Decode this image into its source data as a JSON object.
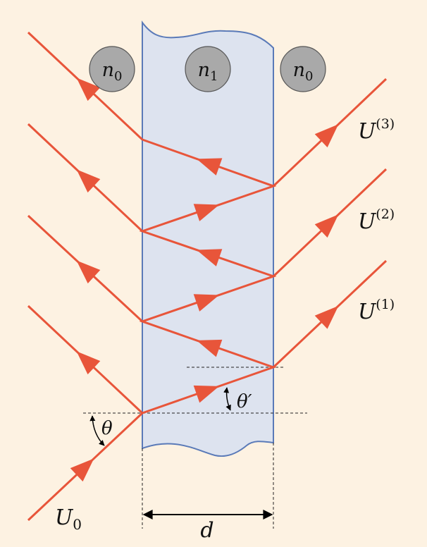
{
  "colors": {
    "background": "#fdf2e2",
    "slab_fill": "#dde3ef",
    "slab_stroke": "#5a7ab8",
    "ray": "#e8553a",
    "circle_fill": "#a9a9a9",
    "circle_stroke": "#555555",
    "guide": "#222222"
  },
  "media": {
    "left": {
      "symbol": "n",
      "subscript": "0"
    },
    "slab": {
      "symbol": "n",
      "subscript": "1"
    },
    "right": {
      "symbol": "n",
      "subscript": "0"
    }
  },
  "rays": {
    "incident": {
      "symbol": "U",
      "subscript": "0"
    },
    "transmitted": [
      {
        "symbol": "U",
        "superscript": "(1)"
      },
      {
        "symbol": "U",
        "superscript": "(2)"
      },
      {
        "symbol": "U",
        "superscript": "(3)"
      }
    ]
  },
  "angles": {
    "incidence": "θ",
    "refraction": "θ′"
  },
  "thickness_label": "d"
}
